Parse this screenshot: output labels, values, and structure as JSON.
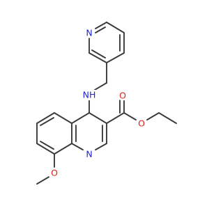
{
  "atoms": {
    "pyridine_n": {
      "label": "N",
      "color": "#2323d4"
    },
    "amine_nh": {
      "label": "NH",
      "color": "#2323d4"
    },
    "quinoline_n": {
      "label": "N",
      "color": "#2323d4"
    },
    "carbonyl_o": {
      "label": "O",
      "color": "#e0201b"
    },
    "ester_o": {
      "label": "O",
      "color": "#e0201b"
    },
    "methoxy_o": {
      "label": "O",
      "color": "#e0201b"
    }
  },
  "colors": {
    "bond": "#3a3a3a",
    "background": "#ffffff"
  }
}
